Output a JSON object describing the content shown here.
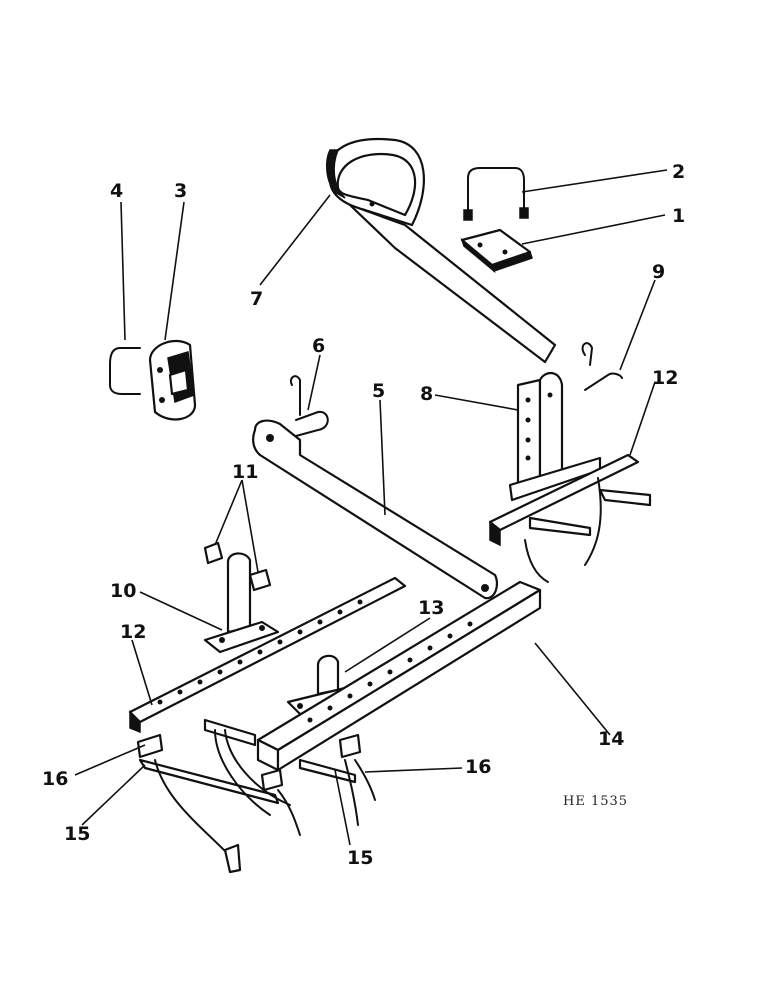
{
  "callouts": {
    "c1": "1",
    "c2": "2",
    "c3": "3",
    "c4": "4",
    "c5": "5",
    "c6": "6",
    "c7": "7",
    "c8": "8",
    "c9": "9",
    "c10": "10",
    "c11": "11",
    "c12a": "12",
    "c12b": "12",
    "c13": "13",
    "c14": "14",
    "c15a": "15",
    "c15b": "15",
    "c16a": "16",
    "c16b": "16"
  },
  "drawing_code": "HE 1535"
}
